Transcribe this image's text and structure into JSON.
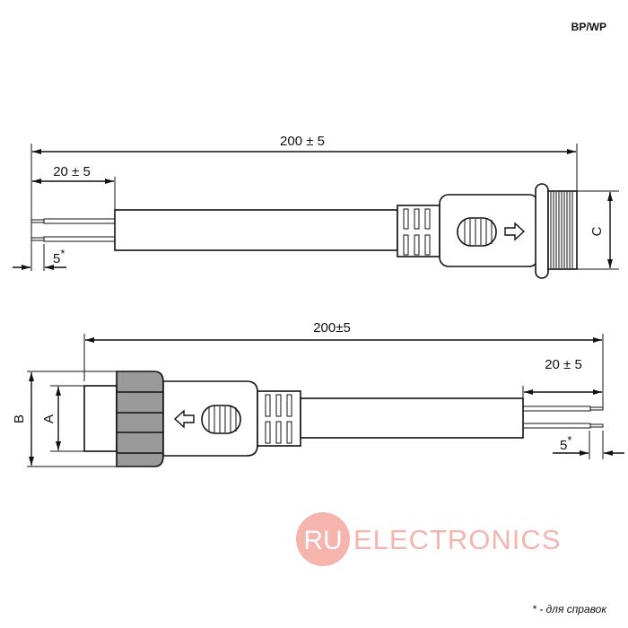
{
  "header": {
    "model": "BP/WP"
  },
  "top_view": {
    "overall_length": "200 ± 5",
    "lead_length": "20 ± 5",
    "strip_length": "5",
    "strip_mark": "*",
    "diameter_label": "C"
  },
  "bottom_view": {
    "overall_length": "200±5",
    "lead_length": "20 ± 5",
    "strip_length": "5",
    "strip_mark": "*",
    "outer_label": "B",
    "inner_label": "A"
  },
  "watermark": {
    "badge": "RU",
    "text": "ELECTRONICS",
    "color": "#f4a7a1"
  },
  "footnote": "* - для справок"
}
